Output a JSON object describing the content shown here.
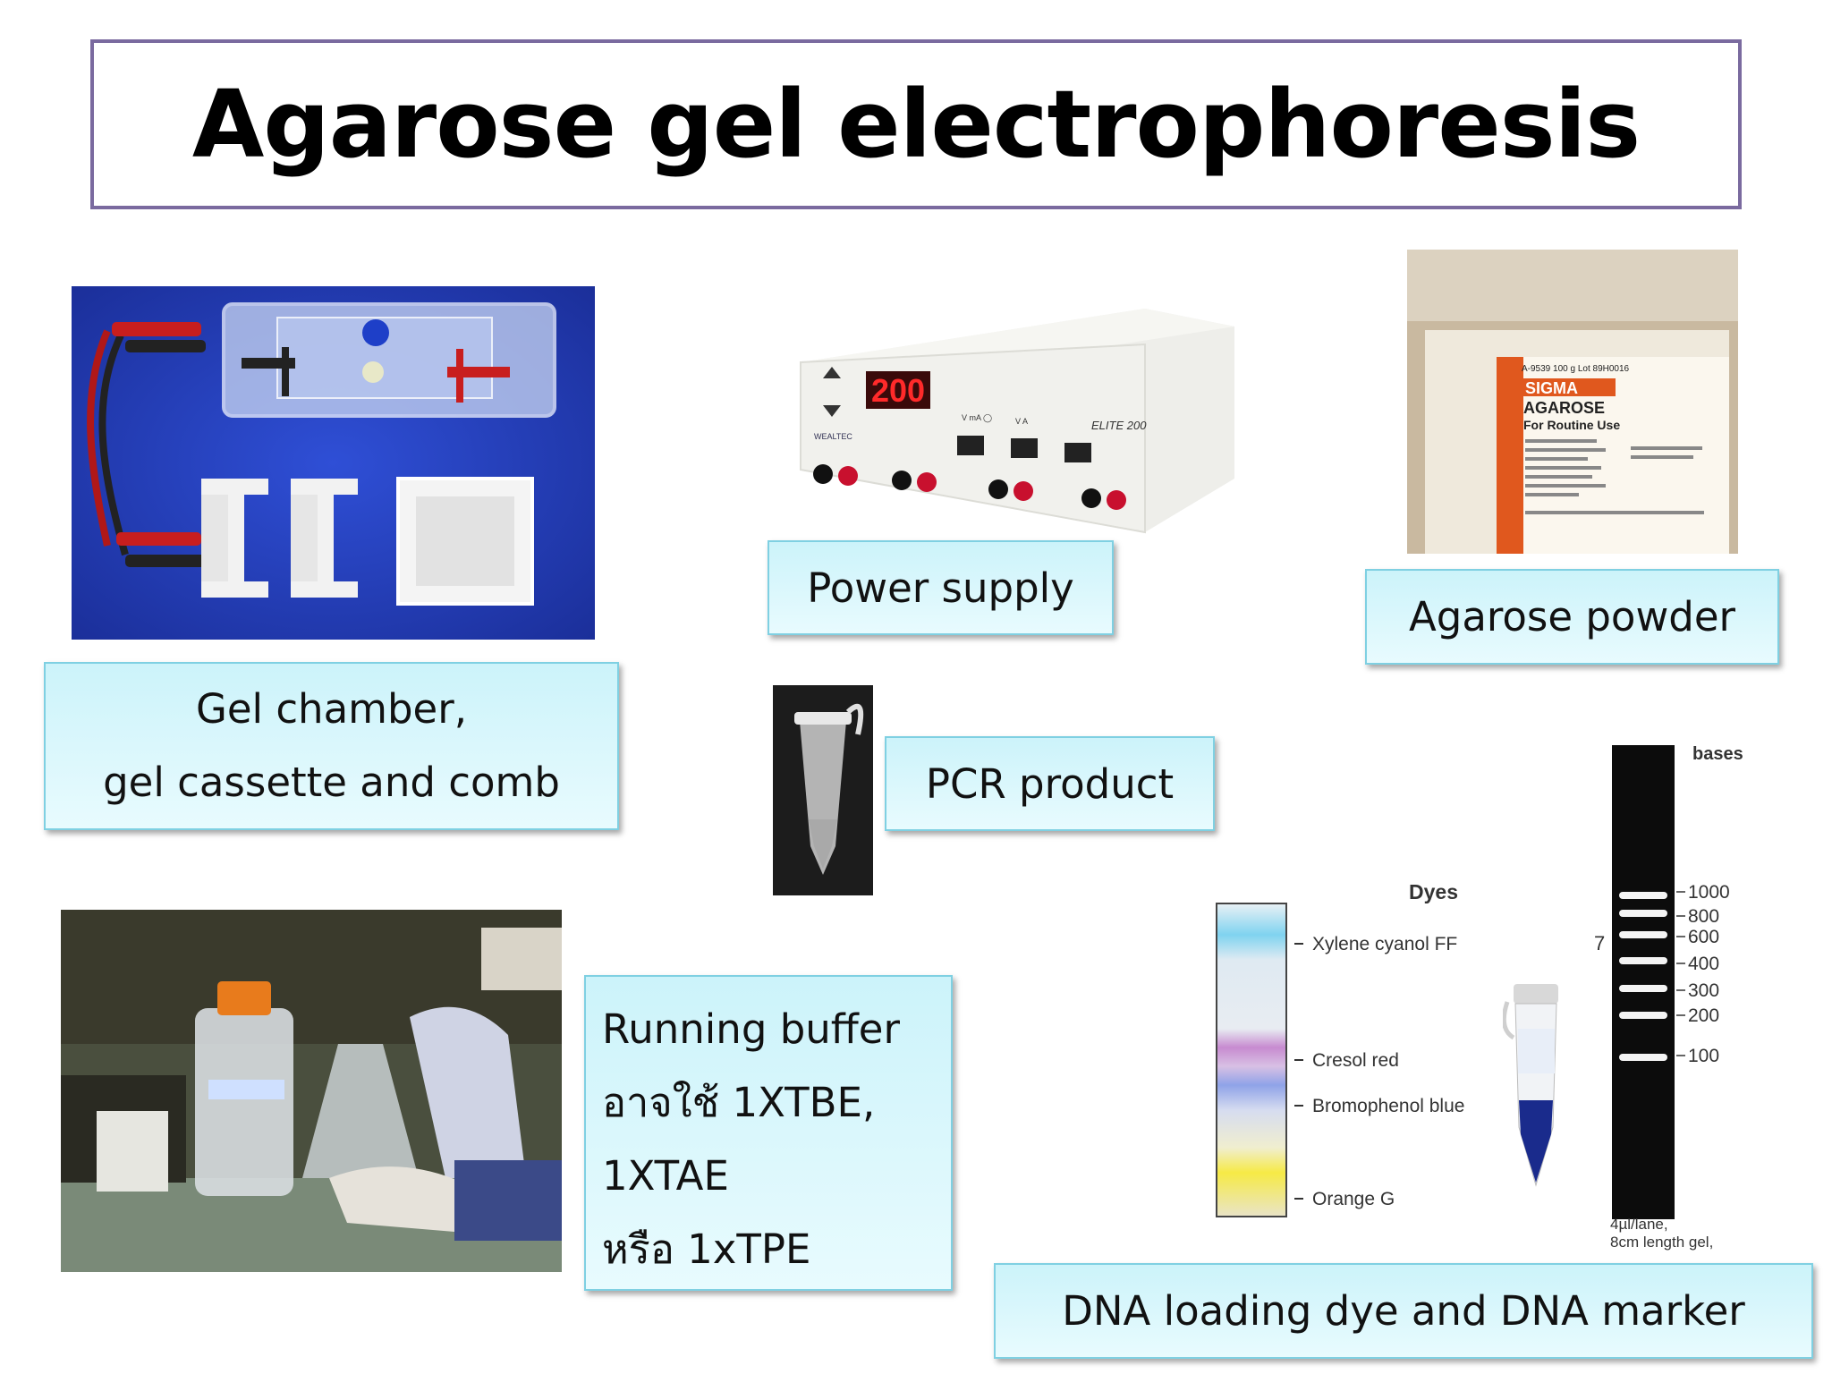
{
  "title": "Agarose gel electrophoresis",
  "labels": {
    "gel_chamber": [
      "Gel chamber,",
      "gel cassette and comb"
    ],
    "power_supply": "Power supply",
    "agarose_powder": "Agarose powder",
    "pcr_product": "PCR product",
    "running_buffer": [
      "Running buffer",
      "อาจใช้ 1XTBE,",
      "1XTAE",
      "หรือ 1xTPE"
    ],
    "dna_dye_marker": "DNA loading dye and DNA marker"
  },
  "power_supply_device": {
    "display": "200",
    "brand": "WEALTEC",
    "model": "ELITE 200",
    "indicators": [
      "V mA ◯",
      "V  A"
    ]
  },
  "agarose_bottle": {
    "header": "A-9539     100 g     Lot 89H0016",
    "brand": "SIGMA",
    "product": "AGAROSE",
    "use": "For Routine Use"
  },
  "dyes_panel": {
    "heading": "Dyes",
    "dyes": [
      "Xylene cyanol FF",
      "Cresol red",
      "Bromophenol blue",
      "Orange G"
    ]
  },
  "ladder_panel": {
    "heading": "bases",
    "sizes": [
      "1000",
      "800",
      "600",
      "400",
      "300",
      "200",
      "100"
    ],
    "stray_mark": "7",
    "footnote": [
      "4µl/lane,",
      "8cm length gel,"
    ]
  }
}
